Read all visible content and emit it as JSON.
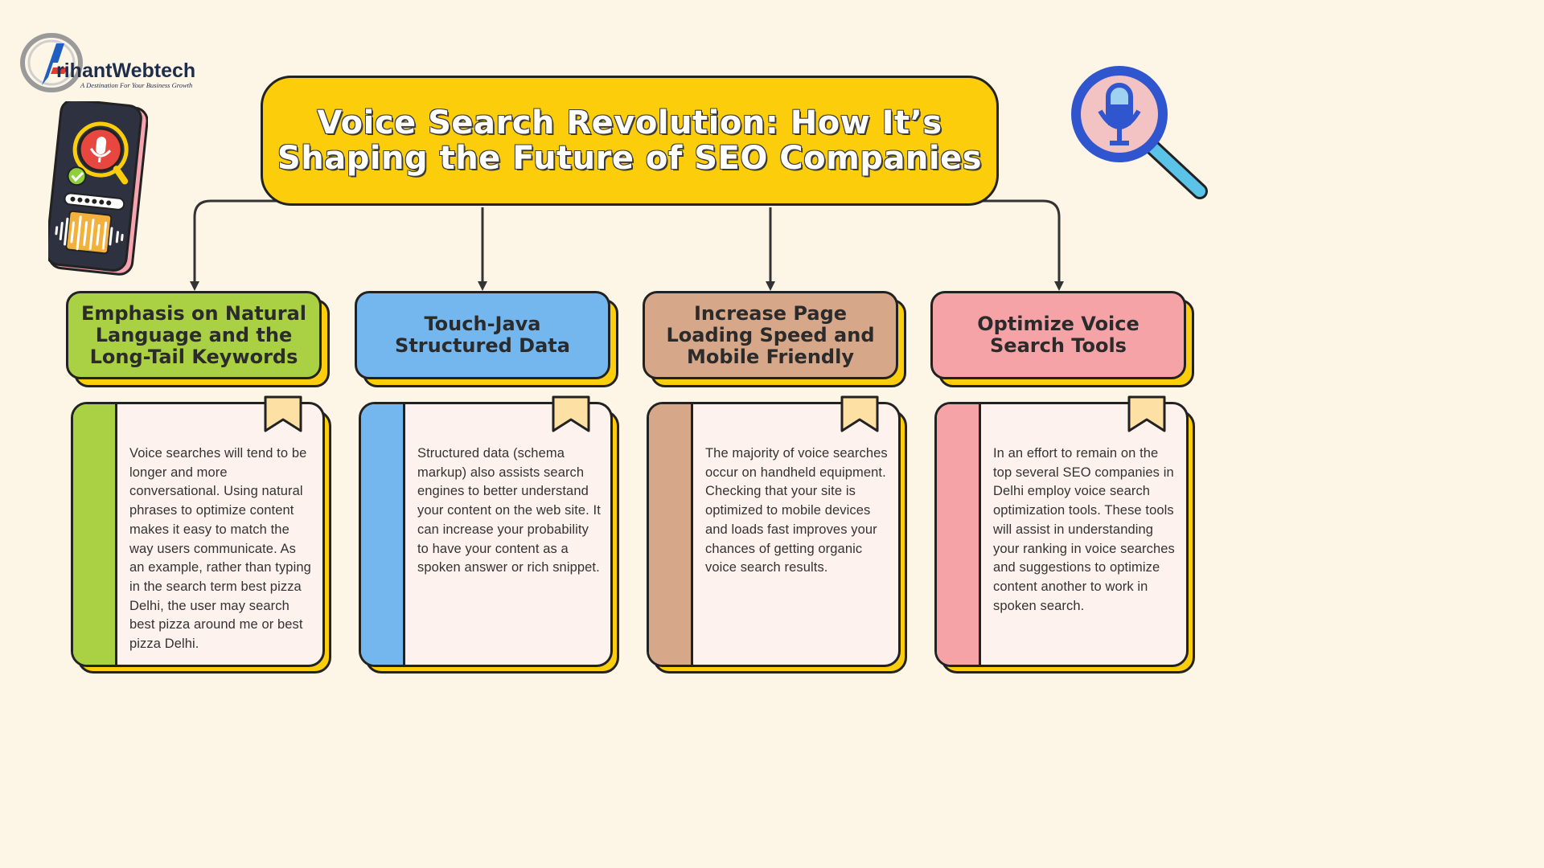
{
  "logo": {
    "name": "rihantWebtech",
    "tagline": "A Destination For Your Business Growth"
  },
  "title": {
    "line1": "Voice Search Revolution: How It’s",
    "line2": "Shaping the Future of SEO Companies"
  },
  "colors": {
    "title_bg": "#fbcd0b",
    "green": "#aad144",
    "blue": "#74b6ee",
    "tan": "#d6a788",
    "pink": "#f5a3a6",
    "shadow_yellow": "#fbcd0b",
    "background": "#fdf6e7"
  },
  "columns": [
    {
      "heading": [
        "Emphasis on Natural",
        "Language and the",
        "Long-Tail Keywords"
      ],
      "color": "#aad144",
      "body": "Voice searches will tend to be longer and more conversational. Using natural phrases to optimize content makes it easy to match the way users communicate. As an example, rather than typing in the search term best pizza Delhi, the user may search best pizza around me or best pizza Delhi."
    },
    {
      "heading": [
        "Touch-Java",
        "Structured Data"
      ],
      "color": "#74b6ee",
      "body": "Structured data (schema markup) also assists search engines to better understand your content on the web site. It can increase your probability to have your content as a spoken answer or rich snippet."
    },
    {
      "heading": [
        "Increase Page",
        "Loading Speed and",
        "Mobile Friendly"
      ],
      "color": "#d6a788",
      "body": "The majority of voice searches occur on handheld equipment. Checking that your site is optimized to mobile devices and loads fast improves your chances of getting organic voice search results."
    },
    {
      "heading": [
        "Optimize Voice",
        "Search Tools"
      ],
      "color": "#f5a3a6",
      "body": "In an effort to remain on the top several SEO companies in Delhi employ voice search optimization tools. These tools will assist in understanding your ranking in voice searches and suggestions to optimize content another to work in spoken search."
    }
  ],
  "icons": {
    "phone": "voice-phone-icon",
    "search": "voice-search-magnifier-icon",
    "bookmark": "bookmark-icon"
  }
}
